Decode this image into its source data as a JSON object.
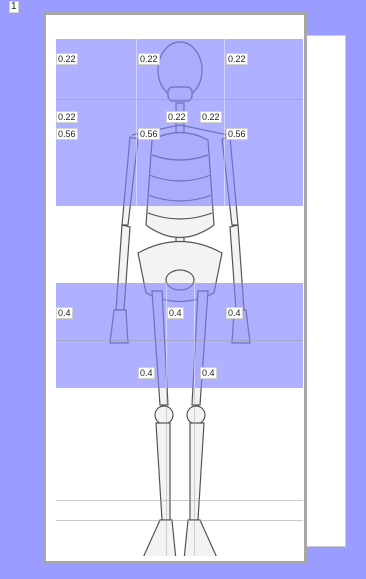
{
  "corner_tag": "1",
  "regions": [
    {
      "name": "head",
      "values": [
        "0.22",
        "0.22",
        "0.22"
      ]
    },
    {
      "name": "shoulders",
      "values": [
        "0.22",
        "0.22",
        "0.22"
      ]
    },
    {
      "name": "chest",
      "values": [
        "0.56",
        "0.56",
        "0.56"
      ]
    },
    {
      "name": "thighs",
      "values": [
        "0.4",
        "0.4",
        "0.4"
      ]
    },
    {
      "name": "knees",
      "values": [
        "0.4",
        "0.4"
      ]
    }
  ],
  "colors": {
    "background": "#9a9cff",
    "overlay": "#7e80ff",
    "frame_border": "#a7a7a7",
    "bone": "#f3f3f3",
    "bone_outline": "#555555"
  },
  "illustration": "skeleton-front-view"
}
